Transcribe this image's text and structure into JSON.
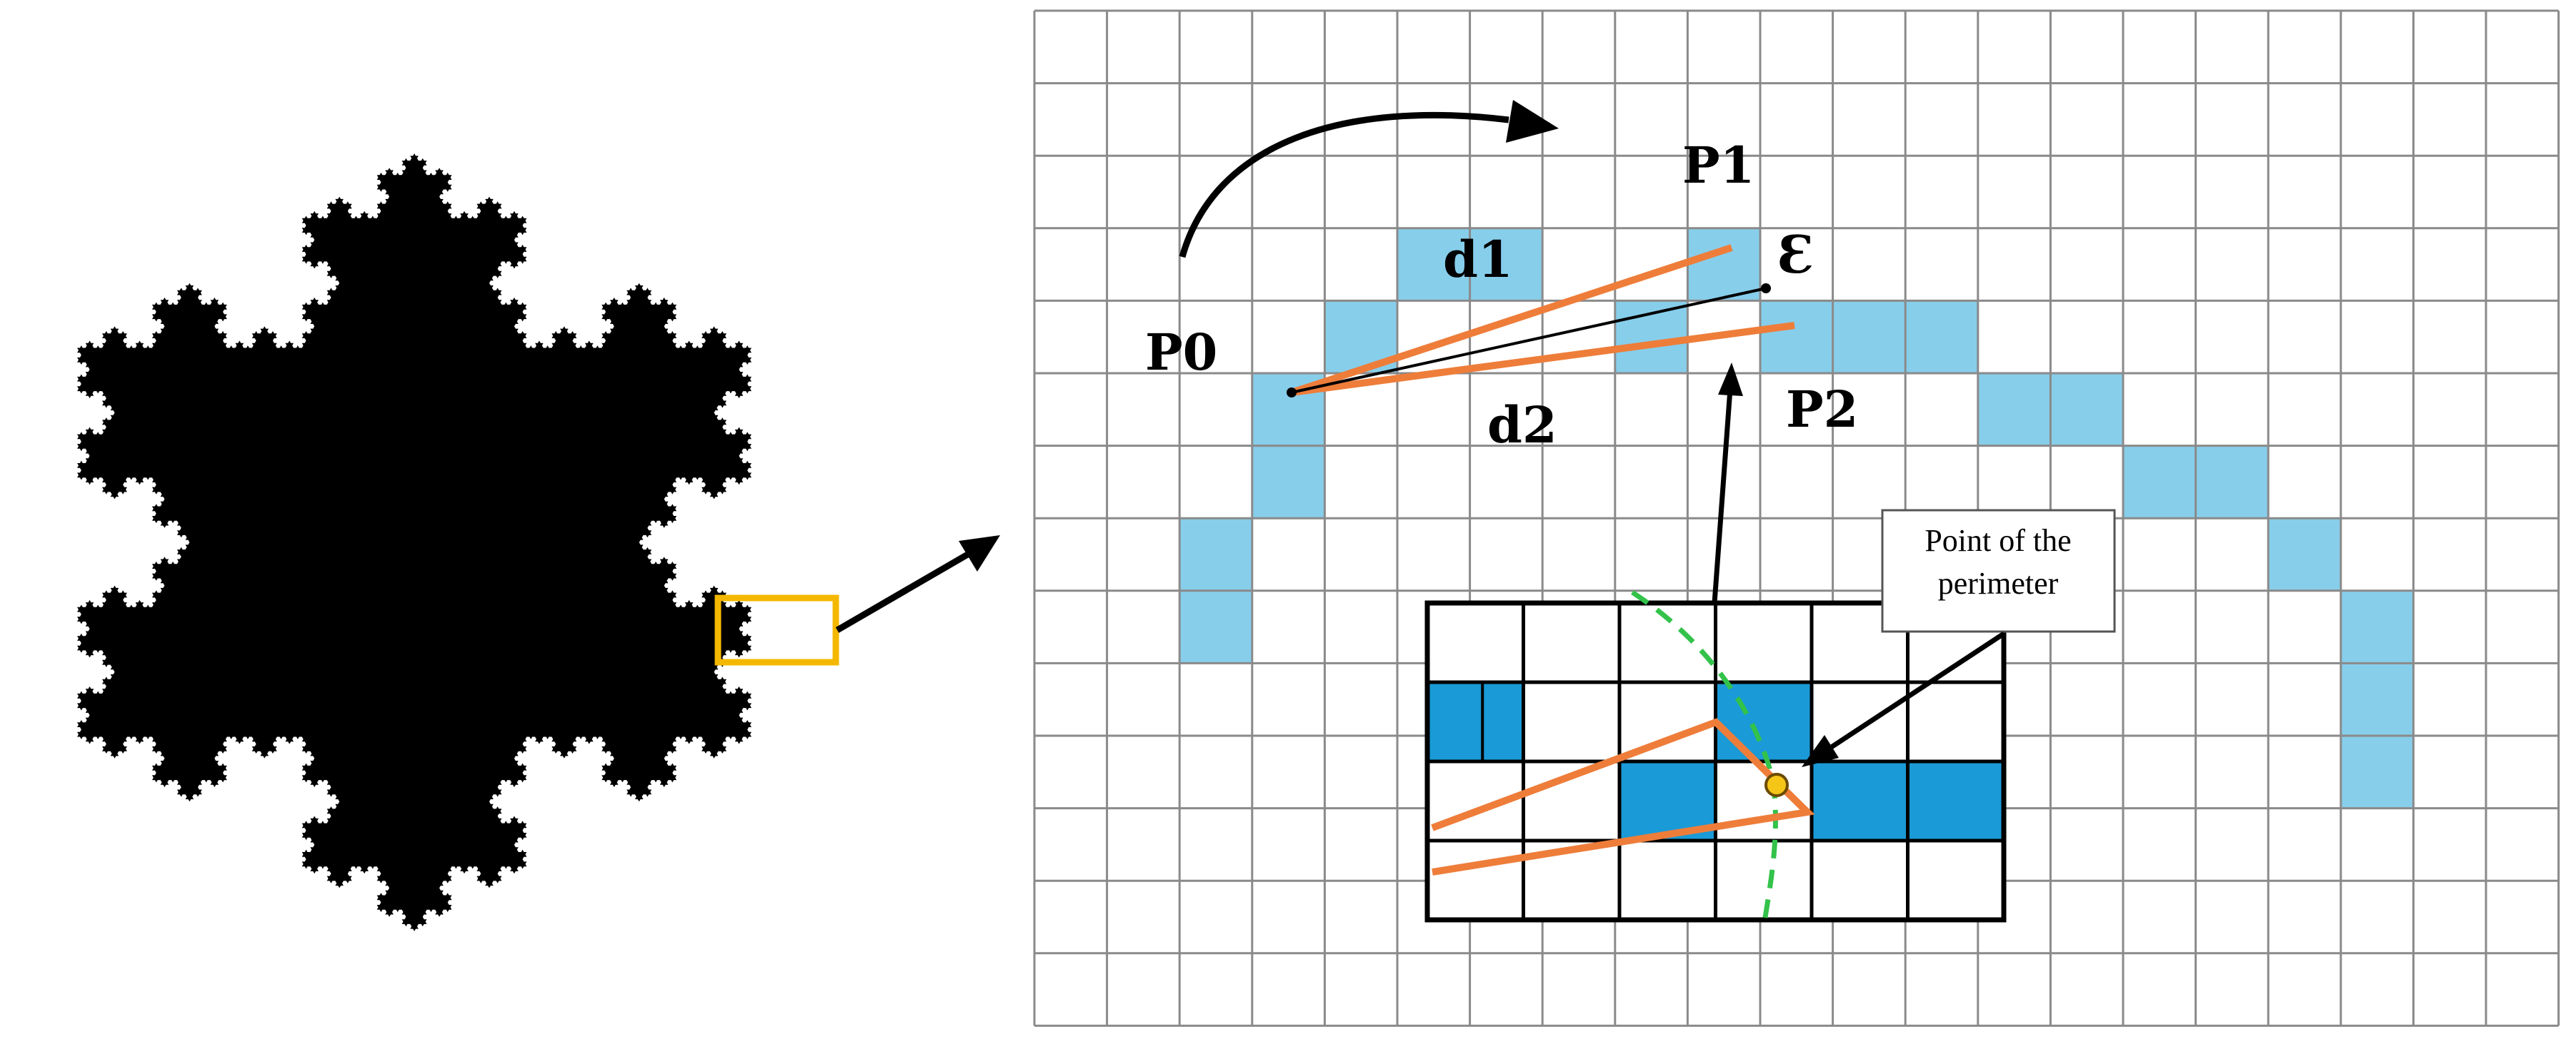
{
  "figure": {
    "labels": {
      "p0": "P0",
      "p1": "P1",
      "p2": "P2",
      "d1": "d1",
      "d2": "d2",
      "epsilon": "Ɛ"
    },
    "callout": {
      "line1": "Point of the",
      "line2": "perimeter"
    },
    "colors": {
      "snowflake": "#000000",
      "highlight_box": "#f5b800",
      "grid_line": "#8a8a8a",
      "cell_light": "#87ceeb",
      "cell_dark": "#1a9ad6",
      "ray": "#ee7d3a",
      "perimeter_curve": "#33c24a",
      "perimeter_point": "#f5c518"
    },
    "icons": {
      "zoom_arrow": "arrow-right-icon",
      "rotation_arrow": "curved-arrow-icon"
    }
  }
}
